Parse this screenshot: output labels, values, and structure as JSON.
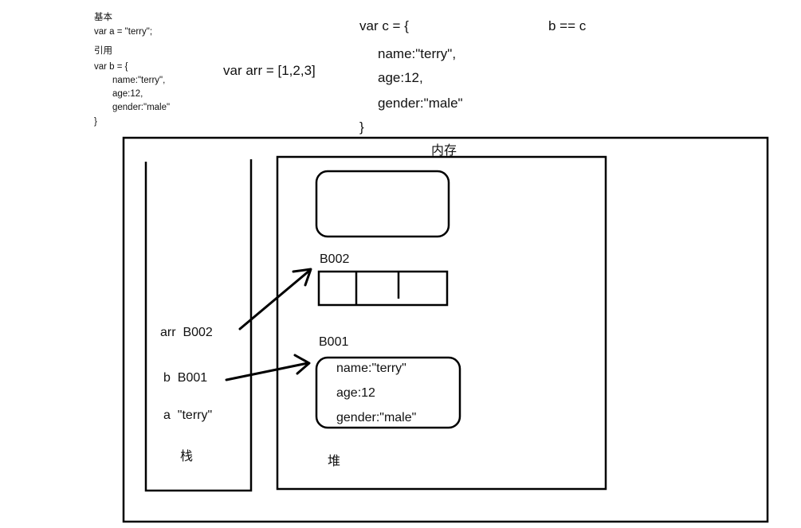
{
  "notes": {
    "basic_heading": "基本",
    "var_a": "var a = \"terry\";",
    "reference_heading": "引用",
    "var_b_open": "var b = {",
    "var_b_name": "name:\"terry\",",
    "var_b_age": "age:12,",
    "var_b_gender": "gender:\"male\"",
    "var_b_close": "}"
  },
  "code": {
    "var_arr": "var arr = [1,2,3]",
    "var_c_open": "var c = {",
    "var_c_name": "name:\"terry\",",
    "var_c_age": "age:12,",
    "var_c_gender": "gender:\"male\"",
    "var_c_close": "}",
    "compare": "b == c"
  },
  "memory": {
    "title": "内存",
    "stack": {
      "label": "栈",
      "entries": [
        {
          "name": "arr",
          "value": "B002"
        },
        {
          "name": "b",
          "value": "B001"
        },
        {
          "name": "a",
          "value": "\"terry\""
        }
      ]
    },
    "heap": {
      "label": "堆",
      "array_address": "B002",
      "array_cell_count": 3,
      "object_address": "B001",
      "object_fields": [
        "name:\"terry\"",
        "age:12",
        "gender:\"male\""
      ]
    }
  }
}
